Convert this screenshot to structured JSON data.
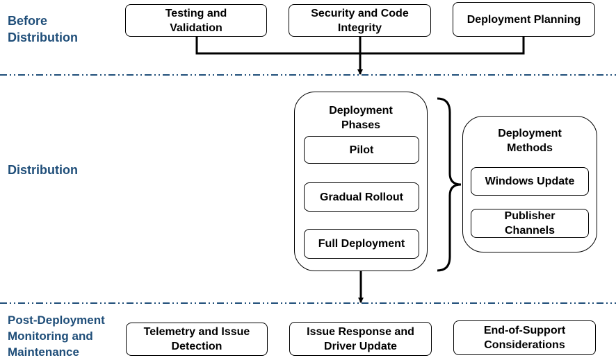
{
  "colors": {
    "stage_label": "#1f4e79",
    "divider": "#1f4e79",
    "stroke": "#000000"
  },
  "stages": {
    "before": "Before\nDistribution",
    "distribution": "Distribution",
    "post": "Post-Deployment\nMonitoring and\nMaintenance"
  },
  "before_steps": {
    "testing": "Testing and\nValidation",
    "security": "Security and Code\nIntegrity",
    "planning": "Deployment Planning"
  },
  "phases": {
    "title": "Deployment\nPhases",
    "pilot": "Pilot",
    "gradual": "Gradual Rollout",
    "full": "Full Deployment"
  },
  "methods": {
    "title": "Deployment\nMethods",
    "windows_update": "Windows Update",
    "publisher": "Publisher\nChannels"
  },
  "post_steps": {
    "telemetry": "Telemetry and Issue\nDetection",
    "response": "Issue Response and\nDriver Update",
    "eos": "End-of-Support\nConsiderations"
  }
}
